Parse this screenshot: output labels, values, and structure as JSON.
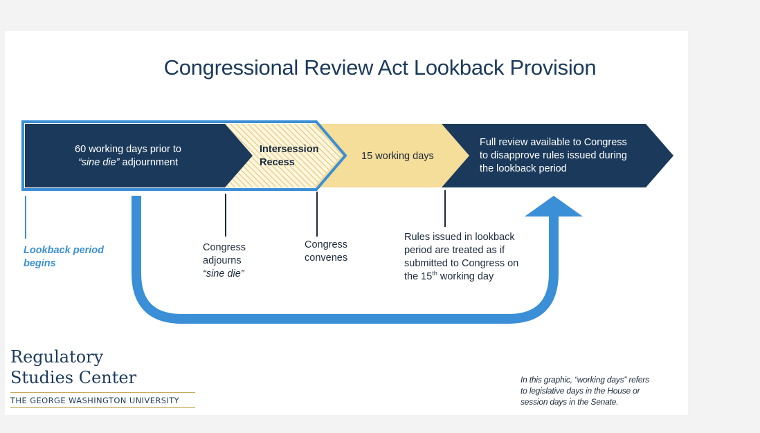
{
  "title": "Congressional Review Act Lookback Provision",
  "segments": {
    "lookback": {
      "line1_pre": "60 working days prior to",
      "line2_italic": "“sine die”",
      "line2_rest": " adjournment"
    },
    "recess": {
      "line1": "Intersession",
      "line2": "Recess"
    },
    "working": {
      "text": "15 working days"
    },
    "review": {
      "line1": "Full review available to Congress",
      "line2": "to disapprove rules issued during",
      "line3": "the lookback period"
    }
  },
  "labels": {
    "lookback_begins": {
      "line1": "Lookback period",
      "line2": "begins"
    },
    "adjourns": {
      "line1": "Congress",
      "line2": "adjourns",
      "line3": "“sine die”"
    },
    "convenes": {
      "line1": "Congress",
      "line2": "convenes"
    },
    "rules": {
      "line1": "Rules issued in lookback",
      "line2": "period are treated as if",
      "line3": "submitted to Congress on",
      "line4_pre": "the 15",
      "line4_sup": "th",
      "line4_post": " working day"
    }
  },
  "logo": {
    "line1": "Regulatory",
    "line2": "Studies Center",
    "university": "THE GEORGE WASHINGTON UNIVERSITY"
  },
  "note": {
    "line1": "In this graphic, “working days” refers",
    "line2": "to legislative days in the House or",
    "line3": "session days in the Senate."
  },
  "colors": {
    "navy": "#1b3a5b",
    "blue": "#3b8fd6",
    "tan": "#f5dd9a",
    "hatch": "#e8cd7a"
  }
}
